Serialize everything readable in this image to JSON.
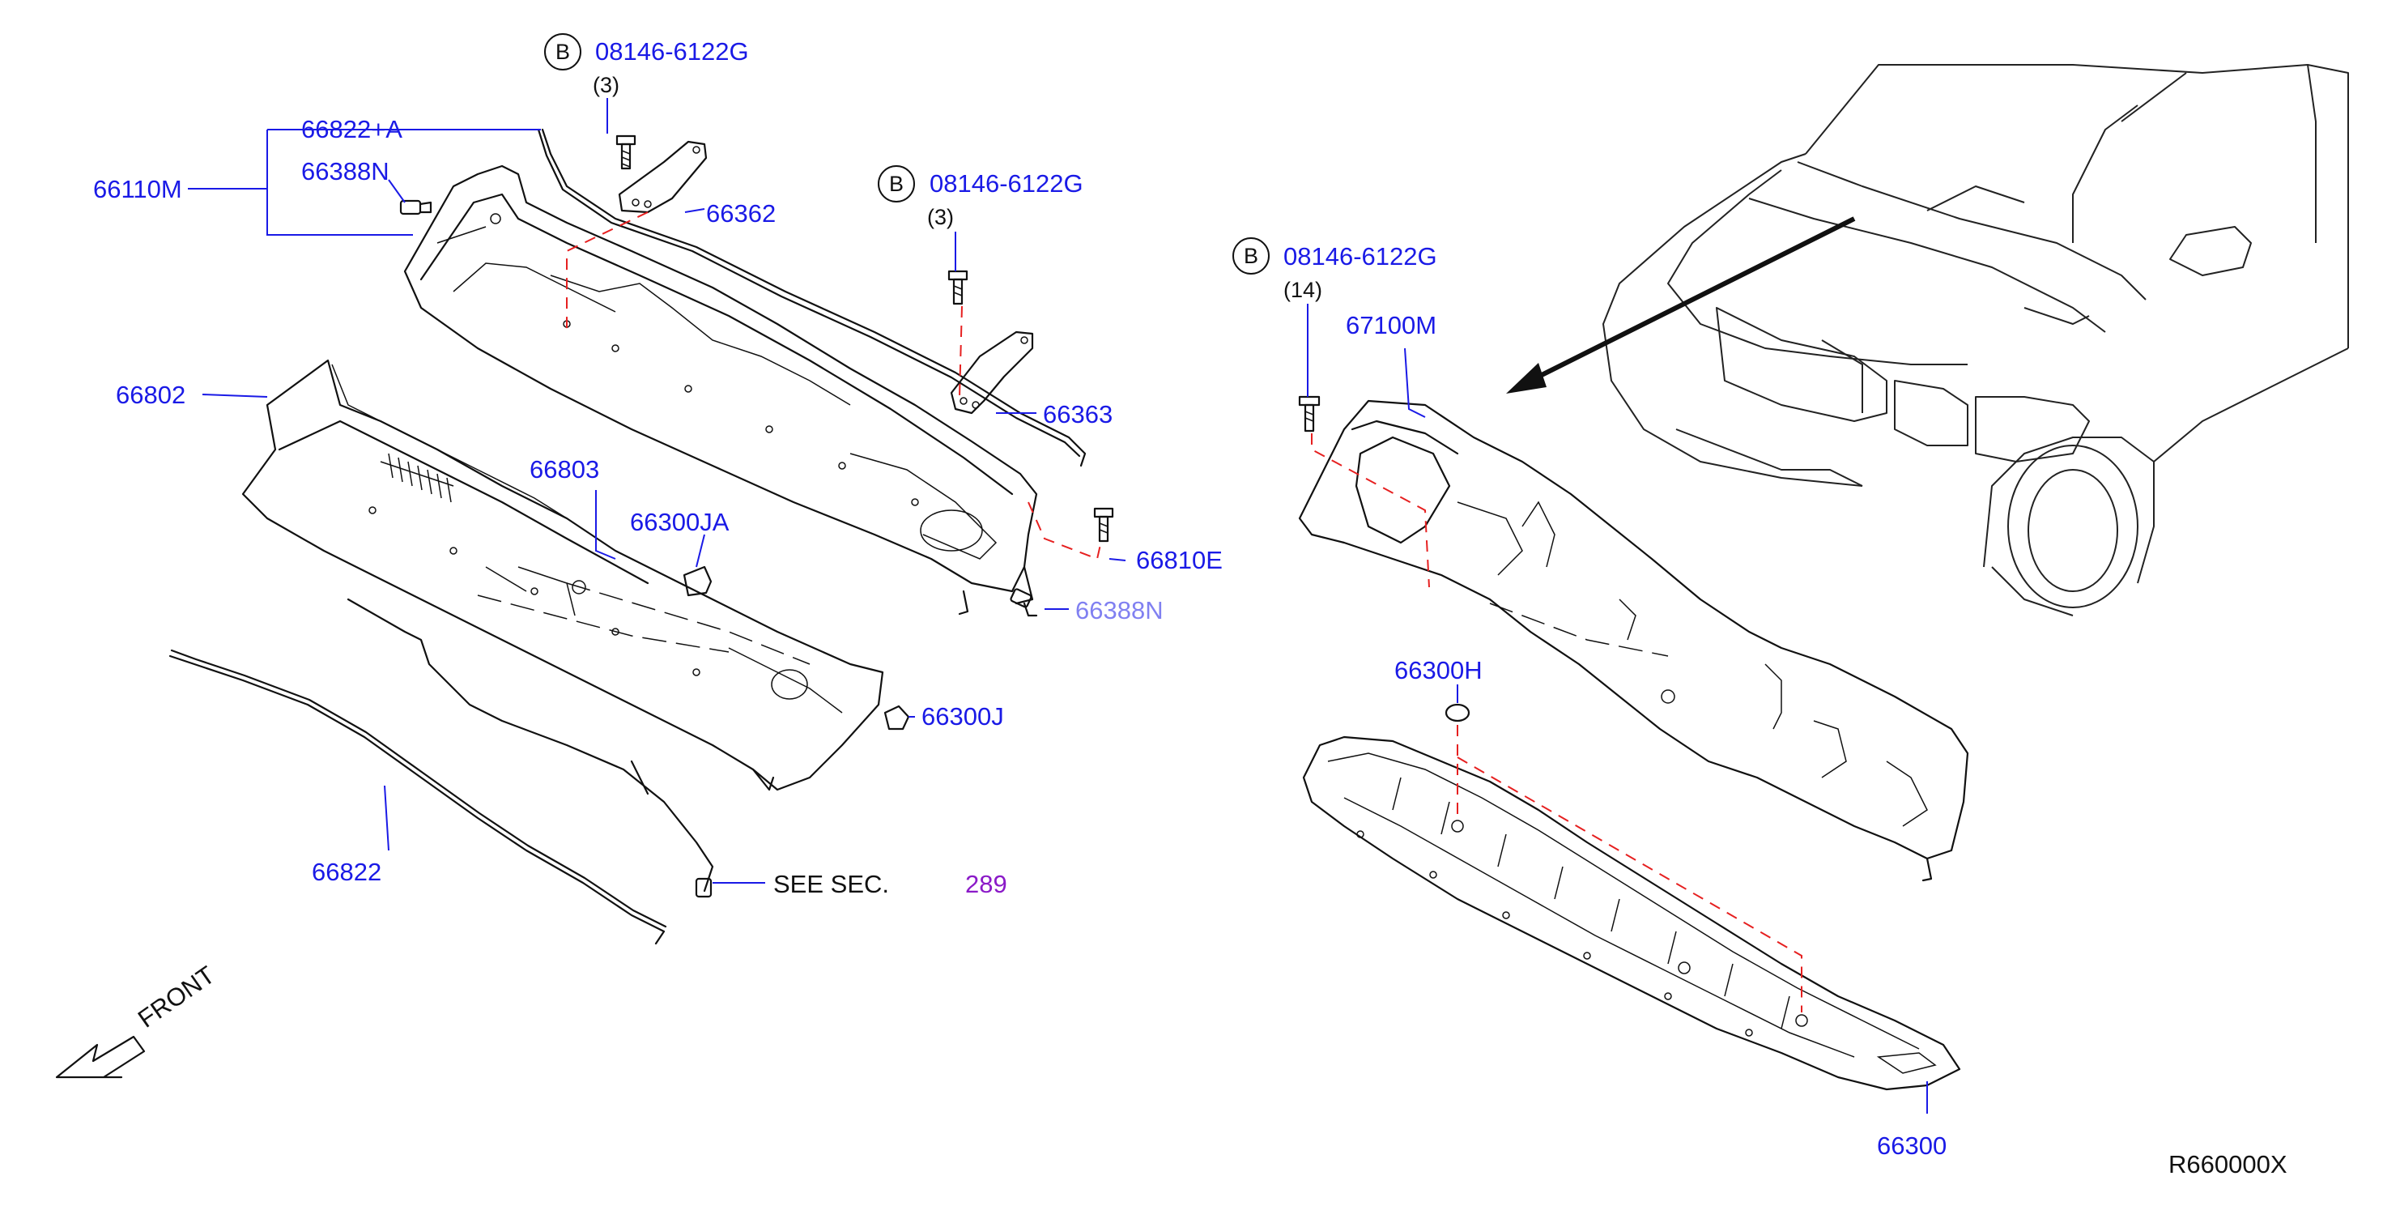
{
  "diagram": {
    "labels": {
      "bolt_callout_1": "08146-6122G",
      "bolt_callout_1_qty": "(3)",
      "bolt_callout_2": "08146-6122G",
      "bolt_callout_2_qty": "(3)",
      "bolt_callout_3": "08146-6122G",
      "bolt_callout_3_qty": "(14)",
      "bolt_symbol": "B",
      "p66822A": "66822+A",
      "p66388N": "66388N",
      "p66110M": "66110M",
      "p66362": "66362",
      "p66363": "66363",
      "p66802": "66802",
      "p66803": "66803",
      "p66300JA": "66300JA",
      "p66810E": "66810E",
      "p66388N_obscured": "66388N",
      "p66300J": "66300J",
      "p66822": "66822",
      "see_sec": "SEE   SEC.",
      "sec_number": "289",
      "p67100M": "67100M",
      "p66300H": "66300H",
      "p66300": "66300",
      "front": "FRONT",
      "ref_code": "R660000X"
    },
    "colors": {
      "part_number": "#1a1ae6",
      "section_link": "#8b1ac8",
      "guide_dashes": "#e62020",
      "linework": "#111111"
    }
  }
}
